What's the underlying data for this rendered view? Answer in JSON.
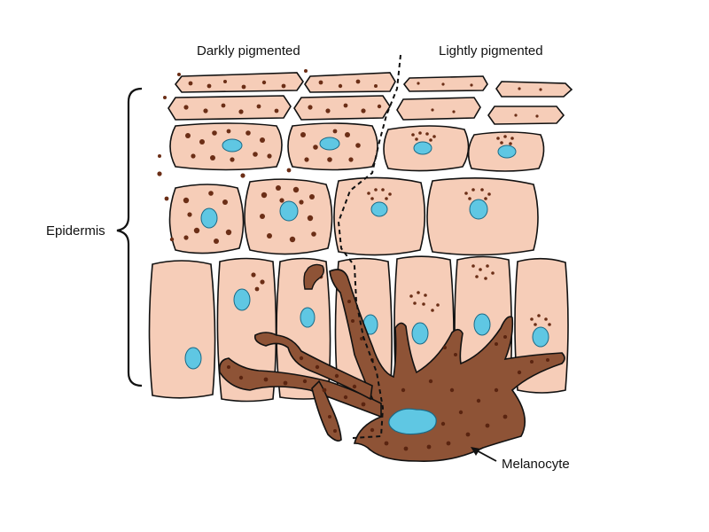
{
  "labels": {
    "left_heading": "Darkly pigmented",
    "right_heading": "Lightly pigmented",
    "epidermis": "Epidermis",
    "melanocyte": "Melanocyte"
  },
  "colors": {
    "cell_fill": "#f6cdb8",
    "nucleus": "#5fc7e3",
    "melanin": "#6b2e16",
    "melanocyte_body": "#8e5336",
    "outline": "#111111"
  },
  "icons": {
    "bracket": "left-curly-brace",
    "arrow": "arrow-pointer"
  }
}
